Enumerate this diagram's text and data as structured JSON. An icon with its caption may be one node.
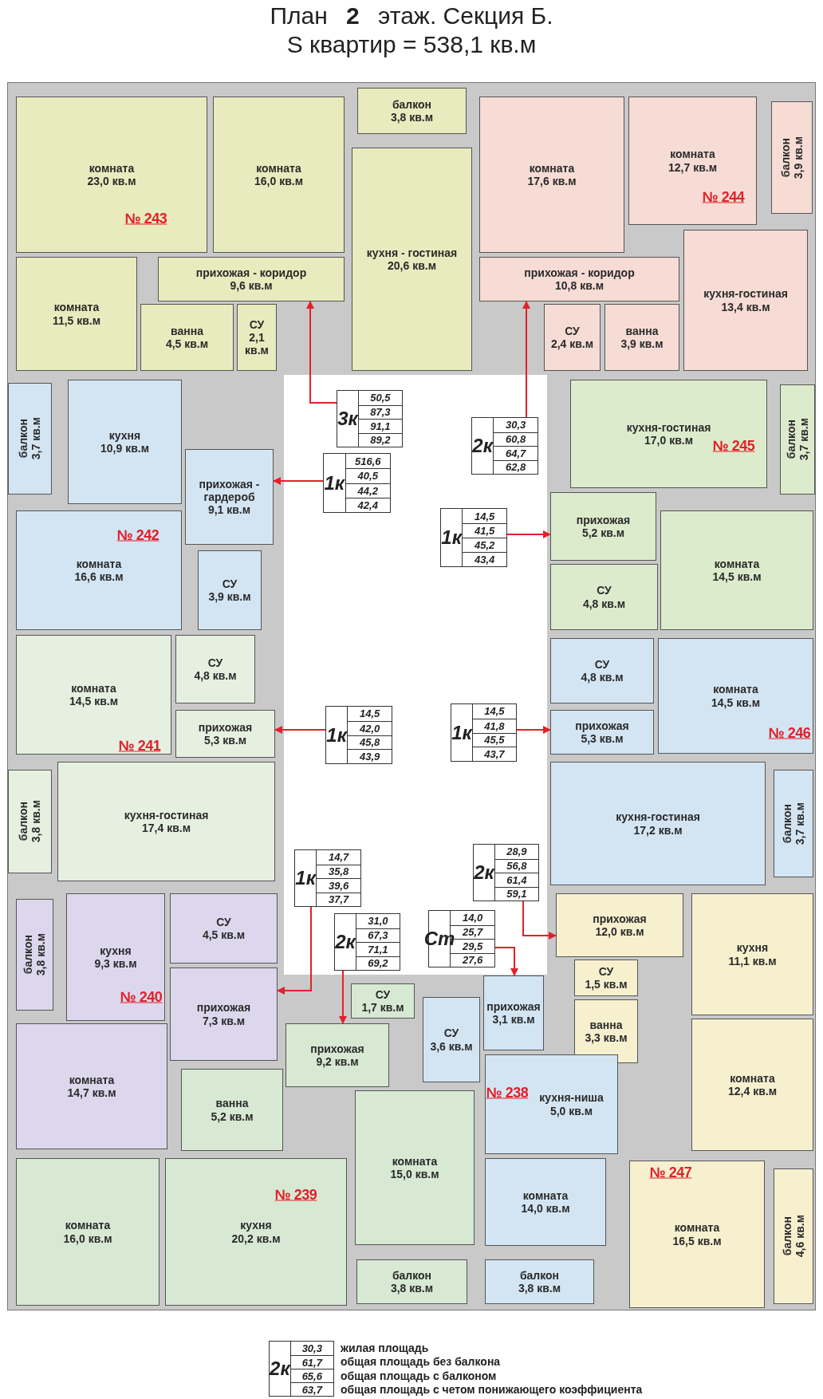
{
  "diagram": {
    "title": "План **2** этаж. Секция Б.",
    "nodes": [
      {
        "text": [
          "комната",
          "23,0 кв.м"
        ]
      },
      {
        "text": [
          "комната",
          "16,0 кв.м"
        ]
      },
      {
        "text": [
          "балкон",
          "3,8 кв.м"
        ]
      },
      {
        "text": [
          "кухня - гостиная",
          "20,6 кв.м"
        ]
      },
      {
        "text": [
          "комната",
          "17,6 кв.м"
        ]
      },
      {
        "text": [
          "комната",
          "12,7 кв.м"
        ]
      },
      {
        "text": [
          "балкон",
          "3,9 кв.м"
        ]
      },
      {
        "text": [
          "комната",
          "11,5 кв.м"
        ]
      },
      {
        "text": [
          "прихожая - коридор",
          "9,6 кв.м"
        ]
      },
      {
        "text": [
          "ванна",
          "4,5 кв.м"
        ]
      },
      {
        "text": [
          "СУ",
          "2,1 кв.м"
        ]
      },
      {
        "text": [
          "прихожая - коридор",
          "10,8 кв.м"
        ]
      },
      {
        "text": [
          "СУ",
          "2,4 кв.м"
        ]
      },
      {
        "text": [
          "ванна",
          "3,9 кв.м"
        ]
      },
      {
        "text": [
          "кухня-гостиная",
          "13,4 кв.м"
        ]
      },
      {
        "text": [
          "3к",
          "50,5",
          "87,3",
          "91,1",
          "89,2"
        ]
      },
      {
        "text": [
          "2к",
          "30,3",
          "60,8",
          "64,7",
          "62,8"
        ]
      },
      {
        "text": [
          "балкон",
          "3,7 кв.м"
        ]
      },
      {
        "text": [
          "кухня",
          "10,9 кв.м"
        ]
      },
      {
        "text": [
          "кухня-гостиная",
          "17,0 кв.м"
        ]
      },
      {
        "text": [
          "балкон",
          "3,7 кв.м"
        ]
      },
      {
        "text": [
          "прихожая - гардероб",
          "9,1 кв.м"
        ]
      },
      {
        "text": [
          "1к",
          "516,6",
          "40,5",
          "44,2",
          "42,4"
        ]
      },
      {
        "text": [
          "1к",
          "14,5",
          "41,5",
          "45,2",
          "43,4"
        ]
      },
      {
        "text": [
          "прихожая",
          "5,2 кв.м"
        ]
      },
      {
        "text": [
          "комната",
          "16,6 кв.м"
        ]
      },
      {
        "text": [
          "СУ",
          "3,9 кв.м"
        ]
      },
      {
        "text": [
          "комната",
          "14,5 кв.м"
        ]
      },
      {
        "text": [
          "СУ",
          "4,8 кв.м"
        ]
      },
      {
        "text": [
          "комната",
          "14,5 кв.м"
        ]
      },
      {
        "text": [
          "СУ",
          "4,8 кв.м"
        ]
      },
      {
        "text": [
          "СУ",
          "4,8 кв.м"
        ]
      },
      {
        "text": [
          "комната",
          "14,5 кв.м"
        ]
      },
      {
        "text": [
          "прихожая",
          "5,3 кв.м"
        ]
      },
      {
        "text": [
          "1к",
          "14,5",
          "42,0",
          "45,8",
          "43,9"
        ]
      },
      {
        "text": [
          "1к",
          "14,5",
          "41,8",
          "45,5",
          "43,7"
        ]
      },
      {
        "text": [
          "прихожая",
          "5,3 кв.м"
        ]
      },
      {
        "text": [
          "балкон",
          "3,8 кв.м"
        ]
      },
      {
        "text": [
          "кухня-гостиная",
          "17,4 кв.м"
        ]
      },
      {
        "text": [
          "кухня-гостиная",
          "17,2 кв.м"
        ]
      },
      {
        "text": [
          "балкон",
          "3,7 кв.м"
        ]
      },
      {
        "text": [
          "1к",
          "14,7",
          "35,8",
          "39,6",
          "37,7"
        ]
      },
      {
        "text": [
          "2к",
          "28,9",
          "56,8",
          "61,4",
          "59,1"
        ]
      },
      {
        "text": [
          "балкон",
          "3,8 кв.м"
        ]
      },
      {
        "text": [
          "кухня",
          "9,3 кв.м"
        ]
      },
      {
        "text": [
          "СУ",
          "4,5 кв.м"
        ]
      },
      {
        "text": [
          "прихожая",
          "12,0 кв.м"
        ]
      },
      {
        "text": [
          "кухня",
          "11,1 кв.м"
        ]
      },
      {
        "text": [
          "2к",
          "31,0",
          "67,3",
          "71,1",
          "69,2"
        ]
      },
      {
        "text": [
          "Ст",
          "14,0",
          "25,7",
          "29,5",
          "27,6"
        ]
      },
      {
        "text": [
          "СУ",
          "1,5 кв.м"
        ]
      },
      {
        "text": [
          "прихожая",
          "7,3 кв.м"
        ]
      },
      {
        "text": [
          "прихожая",
          "3,1 кв.м"
        ]
      },
      {
        "text": [
          "СУ",
          "1,7 кв.м"
        ]
      },
      {
        "text": [
          "СУ",
          "3,6 кв.м"
        ]
      },
      {
        "text": [
          "ванна",
          "3,3 кв.м"
        ]
      },
      {
        "text": [
          "комната",
          "12,4 кв.м"
        ]
      },
      {
        "text": [
          "прихожая",
          "9,2 кв.м"
        ]
      },
      {
        "text": [
          "комната",
          "14,7 кв.м"
        ]
      },
      {
        "text": [
          "кухня-ниша",
          "5,0 кв.м"
        ]
      },
      {
        "text": [
          "ванна",
          "5,2 кв.м"
        ]
      },
      {
        "text": [
          "комната",
          "15,0 кв.м"
        ]
      },
      {
        "text": [
          "комната",
          "16,0 кв.м"
        ]
      },
      {
        "text": [
          "кухня",
          "20,2 кв.м"
        ]
      },
      {
        "text": [
          "комната",
          "14,0 кв.м"
        ]
      },
      {
        "text": [
          "комната",
          "16,5 кв.м"
        ]
      },
      {
        "text": [
          "балкон",
          "4,6 кв.м"
        ]
      },
      {
        "text": [
          "балкон",
          "3,8 кв.м"
        ]
      },
      {
        "text": [
          "балкон",
          "3,8 кв.м"
        ]
      },
      {
        "text": [
          "2к",
          "30,3",
          "61,7",
          "65,6",
          "63,7"
        ],
        "beside": [
          "жилая площадь",
          "общая площадь без балкона",
          "общая площадь с балконом",
          "общая площадь с четом понижающего коэффициента"
        ]
      }
    ],
    "edges": [
      {
        "from": 15,
        "to": 8,
        "arrow": "to"
      },
      {
        "from": 16,
        "to": 11,
        "arrow": "to"
      },
      {
        "from": 22,
        "to": 21,
        "arrow": "to"
      },
      {
        "from": 23,
        "to": 24,
        "arrow": "to"
      },
      {
        "from": 34,
        "to": 33,
        "arrow": "to"
      },
      {
        "from": 35,
        "to": 36,
        "arrow": "to"
      },
      {
        "from": 41,
        "to": 51,
        "arrow": "to"
      },
      {
        "from": 48,
        "to": 57,
        "arrow": "to"
      },
      {
        "from": 42,
        "to": 46,
        "arrow": "to"
      },
      {
        "from": 49,
        "to": 52,
        "arrow": "to"
      }
    ],
    "labels": [
      "S квартир = 538,1 кв.м",
      "№ 244",
      "№ 243",
      "№ 245",
      "№ 242",
      "№ 246",
      "№ 241",
      "№ 240",
      "№ 238",
      "№ 247",
      "№ 239"
    ]
  }
}
